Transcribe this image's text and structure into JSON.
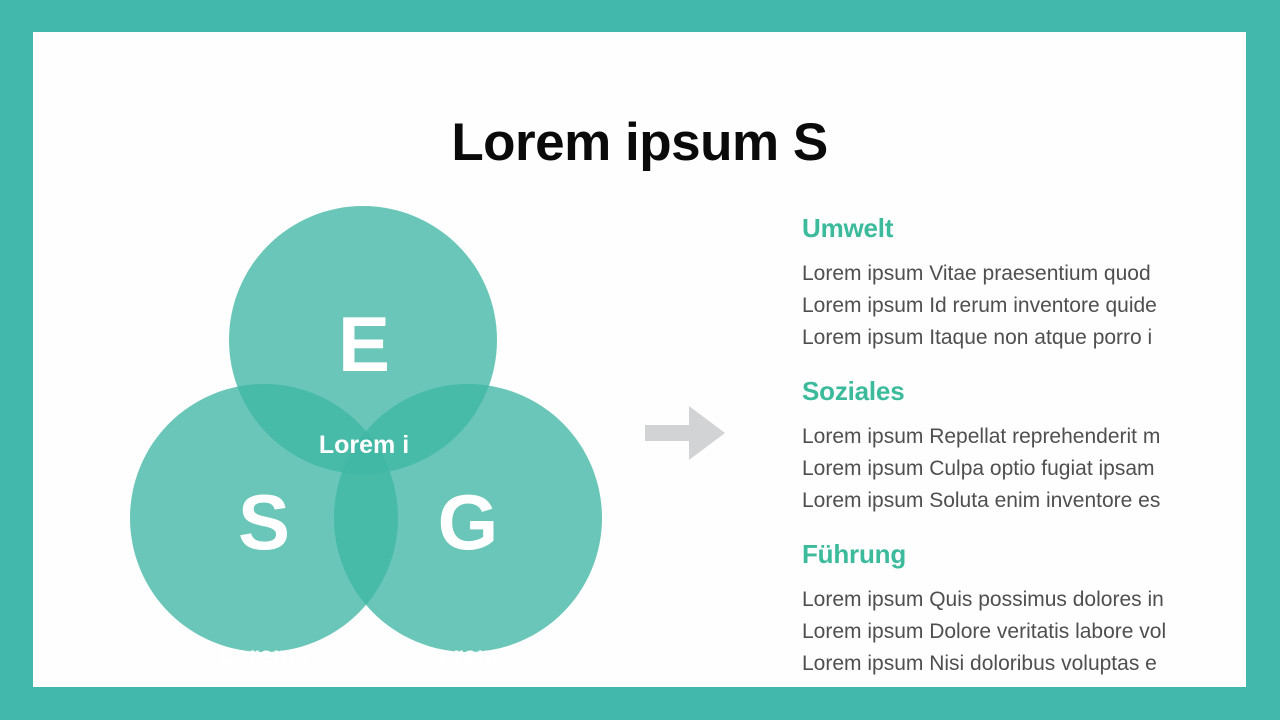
{
  "slide": {
    "title": "Lorem ipsum S",
    "border_color": "#41b8ab",
    "panel_color": "#fdfefd",
    "accent_color": "#3bba9c",
    "circle_color": "#3fb6a4",
    "arrow_color": "#d2d3d5",
    "body_text_color": "#4f4f4f"
  },
  "venn": {
    "circles": [
      {
        "letter": "E",
        "label": "Lorem i",
        "position": "top"
      },
      {
        "letter": "S",
        "label": "Lorem i",
        "position": "bottom-left"
      },
      {
        "letter": "G",
        "label": "Lorem i",
        "position": "bottom-right"
      }
    ]
  },
  "arrow": {
    "icon": "arrow-right-icon"
  },
  "content": {
    "sections": [
      {
        "heading": "Umwelt",
        "lines": [
          "Lorem ipsum Vitae praesentium quod",
          "Lorem ipsum Id rerum inventore quide",
          "Lorem ipsum Itaque non atque porro i"
        ]
      },
      {
        "heading": "Soziales",
        "lines": [
          "Lorem ipsum Repellat reprehenderit m",
          "Lorem ipsum Culpa optio fugiat ipsam",
          "Lorem ipsum Soluta enim inventore es"
        ]
      },
      {
        "heading": "Führung",
        "lines": [
          "Lorem ipsum Quis possimus dolores in",
          "Lorem ipsum Dolore veritatis labore vol",
          "Lorem ipsum Nisi doloribus voluptas e"
        ]
      }
    ]
  }
}
